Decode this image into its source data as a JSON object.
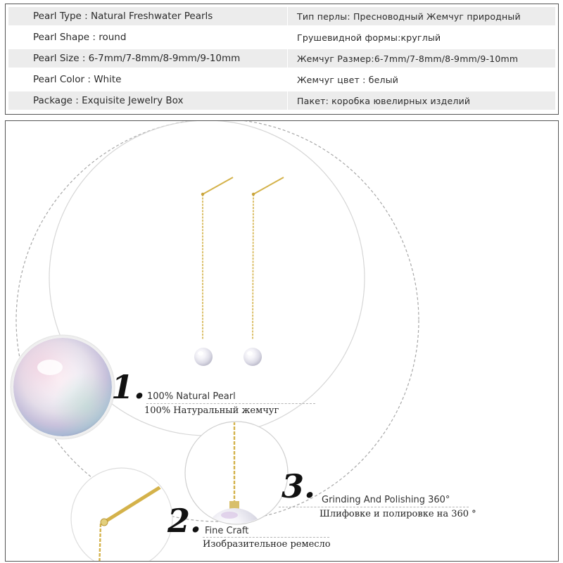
{
  "specs": {
    "rows": [
      {
        "en": "Pearl Type : Natural Freshwater Pearls",
        "ru": "Тип перлы: Пресноводный Жемчуг природный"
      },
      {
        "en": "Pearl Shape : round",
        "ru": "Грушевидной формы:круглый"
      },
      {
        "en": "Pearl Size : 6-7mm/7-8mm/8-9mm/9-10mm",
        "ru": "Жемчуг Размер:6-7mm/7-8mm/8-9mm/9-10mm"
      },
      {
        "en": "Pearl Color : White",
        "ru": "Жемчуг цвет : белый"
      },
      {
        "en": "Package : Exquisite Jewelry Box",
        "ru": "Пакет: коробка ювелирных изделий"
      }
    ]
  },
  "features": [
    {
      "number": "1.",
      "en": "100% Natural Pearl",
      "ru": "100% Натуральный жемчуг"
    },
    {
      "number": "2.",
      "en": "Fine Craft",
      "ru": "Изобразительное ремесло"
    },
    {
      "number": "3.",
      "en": "Grinding And Polishing 360°",
      "ru": "Шлифовке и полировке на 360 °"
    }
  ],
  "colors": {
    "gold": "#d4b24a",
    "pearl": "#f2f2f6",
    "row_shade": "#ececec",
    "border": "#555555"
  }
}
